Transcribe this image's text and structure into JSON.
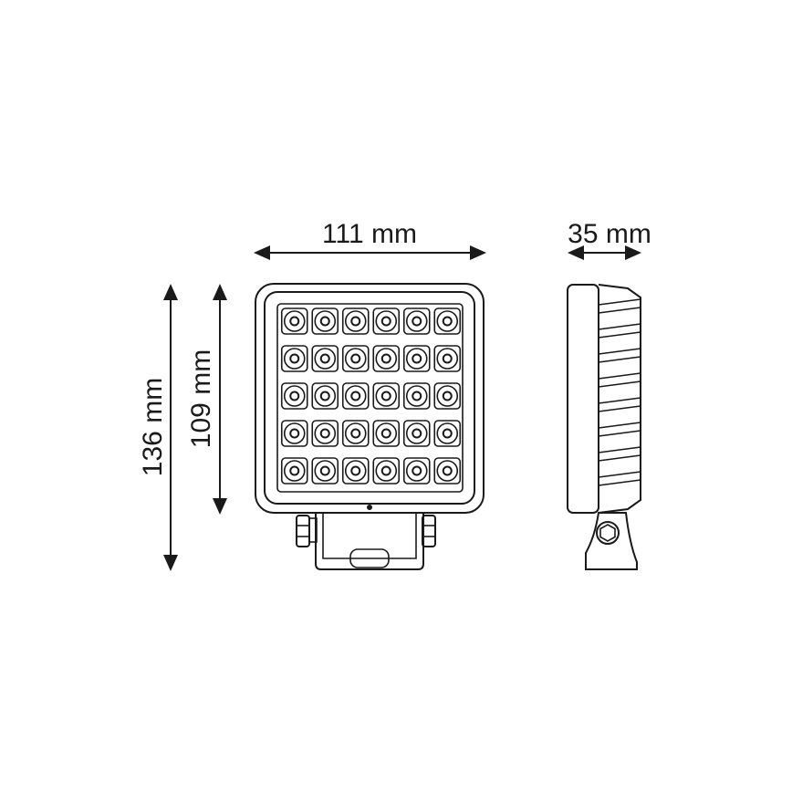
{
  "dimensions": {
    "width_label": "111 mm",
    "depth_label": "35 mm",
    "overall_height_label": "136 mm",
    "body_height_label": "109 mm"
  },
  "led_grid": {
    "rows": 5,
    "columns": 6
  },
  "colors": {
    "stroke": "#1a1a1a",
    "background": "#ffffff"
  }
}
